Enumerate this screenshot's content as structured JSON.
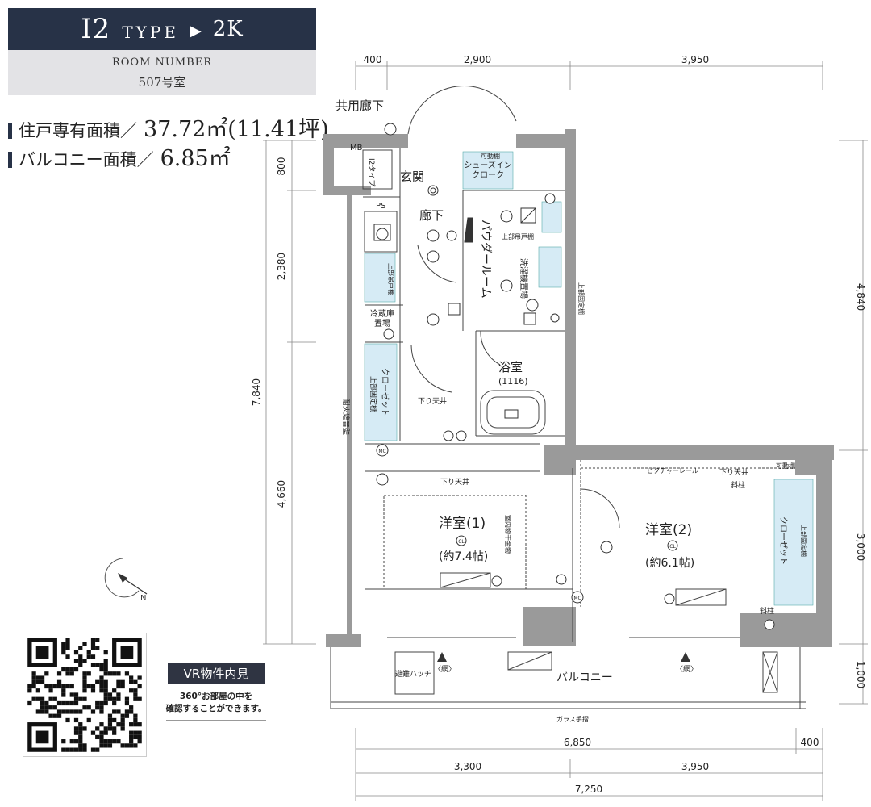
{
  "header": {
    "type_code": "I2",
    "type_word": "TYPE",
    "arrow_glyph": "▶",
    "layout": "2K",
    "room_number_label": "ROOM NUMBER",
    "room_number": "507号室"
  },
  "areas": {
    "private_label": "住戸専有面積／",
    "private_value": "37.72㎡(11.41坪)",
    "balcony_label": "バルコニー面積／",
    "balcony_value": "6.85㎡"
  },
  "vr": {
    "badge": "VR物件内見",
    "note_line1": "360°お部屋の中を",
    "note_line2": "確認することができます。"
  },
  "dimensions": {
    "top": [
      "400",
      "2,900",
      "3,950"
    ],
    "right": [
      "4,840",
      "3,000",
      "1,000"
    ],
    "left": [
      "800",
      "2,380",
      "4,660"
    ],
    "left_total": "7,840",
    "bottom_row1": [
      "6,850",
      "400"
    ],
    "bottom_row2": [
      "3,300",
      "3,950"
    ],
    "bottom_total": "7,250"
  },
  "plan_labels": {
    "common_corridor": "共用廊下",
    "mb": "MB",
    "mb_type": "I2タイプ",
    "genkan": "玄関",
    "shoes_in_top": "可動棚",
    "shoes_in": "シューズイン",
    "shoes_in2": "クローク",
    "ps": "PS",
    "roka": "廊下",
    "powder": "パウダールーム",
    "upper_cabinet": "上部吊戸棚",
    "upper_cabinet_v": "上部吊戸棚",
    "washer": "洗濯機置場",
    "upper_fixed_v": "上部固定棚",
    "fridge1": "冷蔵庫",
    "fridge2": "置場",
    "bath": "浴室",
    "bath_size": "(1116)",
    "closet1_a": "上部固定棚",
    "closet1_b": "クローゼット",
    "drop_ceiling": "下り天井",
    "fire_wall": "耐火遮音壁",
    "drop_ceiling_2": "下り天井",
    "room1": "洋室(1)",
    "room1_size": "(約7.4帖)",
    "indoor_dryer": "室内物干金物",
    "picture_rail": "ピクチャーレール",
    "drop_ceiling_3": "下り天井",
    "movable_shelf": "可動棚",
    "pillar1": "斜柱",
    "room2": "洋室(2)",
    "room2_size": "(約6.1帖)",
    "closet2_a": "上部固定棚",
    "closet2_b": "クローゼット",
    "pillar2": "斜柱",
    "hatch": "避難ハッチ",
    "net1": "〈網〉",
    "net2": "〈網〉",
    "balcony": "バルコニー",
    "glass_rail": "ガラス手摺",
    "cl1": "CL",
    "cl2": "CL",
    "mc1": "MC",
    "mc2": "MC"
  },
  "colors": {
    "banner": "#273247",
    "room_box": "#e3e3e6",
    "storage_fill": "#d6ebf5",
    "wall_fill": "#9a9a9a"
  },
  "icons": [
    "compass-icon",
    "qr-code-icon",
    "outlet-icon",
    "light-icon"
  ]
}
